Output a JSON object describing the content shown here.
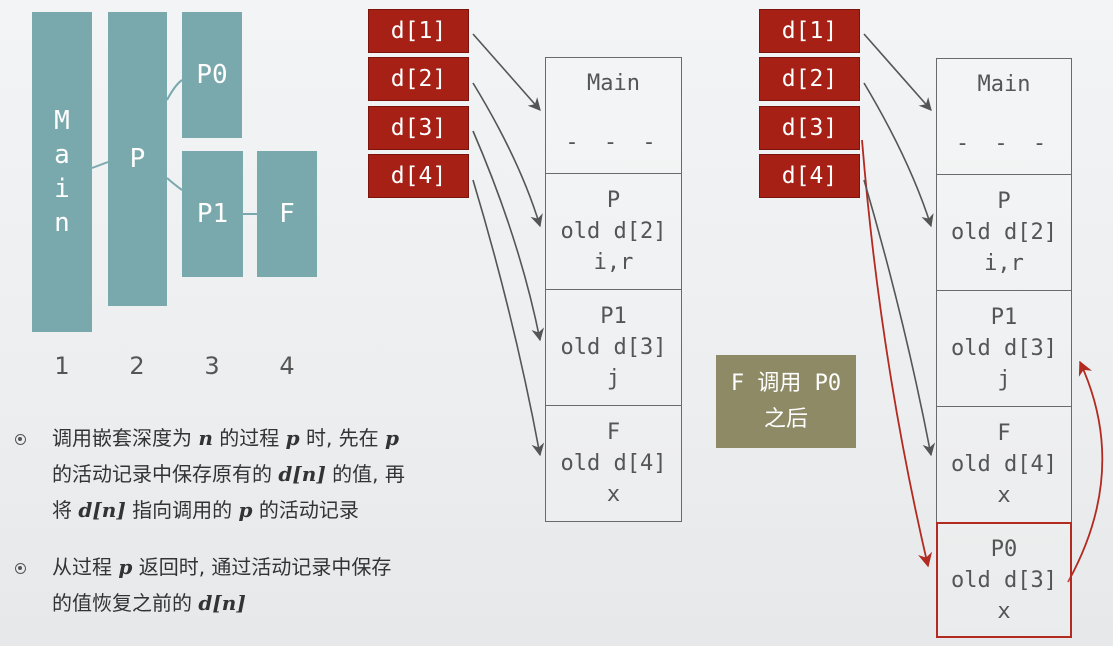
{
  "tree": {
    "main": [
      "M",
      "a",
      "i",
      "n"
    ],
    "p": "P",
    "p0": "P0",
    "p1": "P1",
    "f": "F",
    "dash": "-"
  },
  "levels": [
    "1",
    "2",
    "3",
    "4"
  ],
  "left_stack": {
    "displays": [
      "d[1]",
      "d[2]",
      "d[3]",
      "d[4]"
    ],
    "frames": [
      {
        "lines": [
          "Main",
          "- - -"
        ]
      },
      {
        "lines": [
          "P",
          "old d[2]",
          "i,r"
        ]
      },
      {
        "lines": [
          "P1",
          "old d[3]",
          "j"
        ]
      },
      {
        "lines": [
          "F",
          "old d[4]",
          "x"
        ]
      }
    ]
  },
  "note": {
    "line1": "F 调用 P0",
    "line2": "之后"
  },
  "right_stack": {
    "displays": [
      "d[1]",
      "d[2]",
      "d[3]",
      "d[4]"
    ],
    "frames": [
      {
        "lines": [
          "Main",
          "- - -"
        ]
      },
      {
        "lines": [
          "P",
          "old d[2]",
          "i,r"
        ]
      },
      {
        "lines": [
          "P1",
          "old d[3]",
          "j"
        ]
      },
      {
        "lines": [
          "F",
          "old d[4]",
          "x"
        ]
      },
      {
        "lines": [
          "P0",
          "old d[3]",
          "x"
        ]
      }
    ]
  },
  "bullets": {
    "b1": {
      "l1a": "调用嵌套深度为 ",
      "l1n": "n",
      "l1b": " 的过程 ",
      "l1p": "p",
      "l1c": " 时, 先在 ",
      "l1p2": "p",
      "l2a": "的活动记录中保存原有的 ",
      "l2d": "d[n]",
      "l2b": " 的值, 再",
      "l3a": "将 ",
      "l3d": "d[n]",
      "l3b": " 指向调用的 ",
      "l3p": "p",
      "l3c": " 的活动记录"
    },
    "b2": {
      "l1a": "从过程 ",
      "l1p": "p",
      "l1b": " 返回时, 通过活动记录中保存",
      "l2a": "的值恢复之前的 ",
      "l2d": "d[n]"
    }
  },
  "colors": {
    "teal": "#7aa9ad",
    "display_red": "#a62015",
    "note_olive": "#8d8a65",
    "arrow_gray": "#555555",
    "arrow_red": "#b22a20"
  }
}
